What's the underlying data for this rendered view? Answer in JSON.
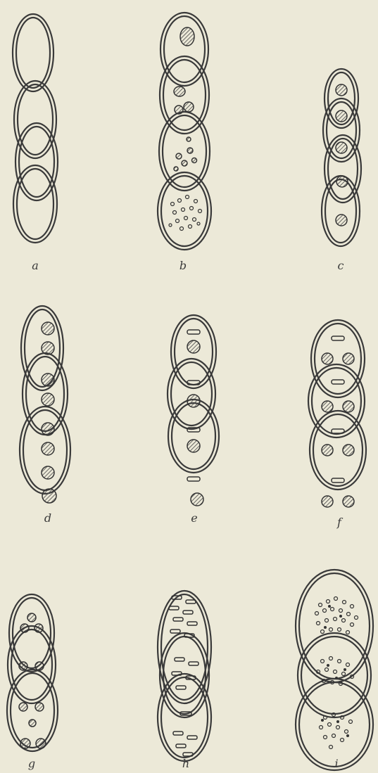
{
  "figures": [
    {
      "id": "a",
      "label": "a"
    },
    {
      "id": "b",
      "label": "b"
    },
    {
      "id": "c",
      "label": "c"
    },
    {
      "id": "d",
      "label": "d"
    },
    {
      "id": "e",
      "label": "e"
    },
    {
      "id": "f",
      "label": "f"
    },
    {
      "id": "g",
      "label": "g"
    },
    {
      "id": "h",
      "label": "h"
    },
    {
      "id": "i",
      "label": "i"
    }
  ],
  "colors": {
    "background": "#ece9d8",
    "ink": "#3a3a3a",
    "hatch": "#555555"
  }
}
